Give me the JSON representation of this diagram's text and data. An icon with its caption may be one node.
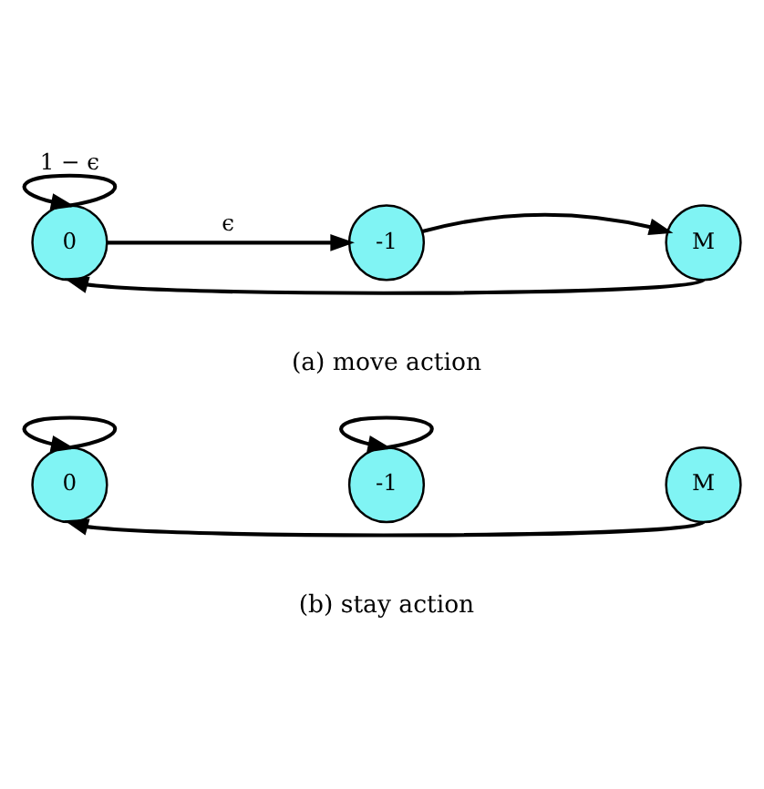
{
  "diagram": {
    "nodes": [
      {
        "text": [
          "0"
        ]
      },
      {
        "text": [
          "-1"
        ]
      },
      {
        "text": [
          "M"
        ]
      },
      {
        "text": [
          "0"
        ]
      },
      {
        "text": [
          "-1"
        ]
      },
      {
        "text": [
          "M"
        ]
      }
    ],
    "edges": [
      {
        "from": 0,
        "to": 0,
        "arrow": "to",
        "label": "1 − ϵ"
      },
      {
        "from": 0,
        "to": 1,
        "arrow": "to",
        "label": "ϵ"
      },
      {
        "from": 1,
        "to": 2,
        "arrow": "to"
      },
      {
        "from": 2,
        "to": 0,
        "arrow": "to"
      },
      {
        "from": 3,
        "to": 3,
        "arrow": "to"
      },
      {
        "from": 4,
        "to": 4,
        "arrow": "to"
      },
      {
        "from": 5,
        "to": 3,
        "arrow": "to"
      }
    ],
    "labels": [
      "(a) move action",
      "(b) stay action"
    ]
  }
}
